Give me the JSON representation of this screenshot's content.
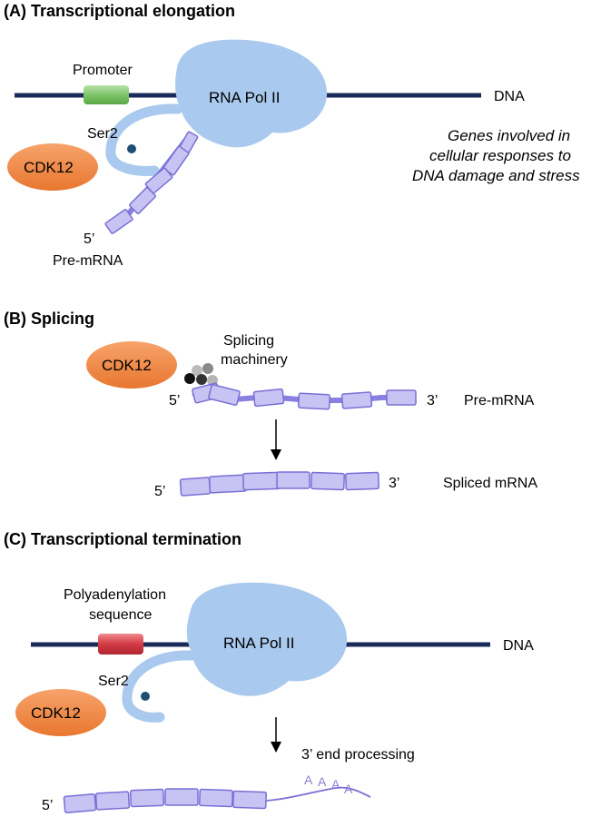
{
  "colors": {
    "dna": "#1a2a5a",
    "pol": "#a9c9ee",
    "cdk12": "#f08a4b",
    "promoter": "#7fc46a",
    "polya": "#d23a44",
    "exon": "#c7c3f3",
    "exon_border": "#7a6fd6",
    "ser2": "#1e4f73"
  },
  "panel_a": {
    "title": "(A) Transcriptional elongation",
    "promoter": "Promoter",
    "pol": "RNA Pol II",
    "dna": "DNA",
    "ser2": "Ser2",
    "cdk12": "CDK12",
    "five_prime": "5’",
    "pre_mrna": "Pre-mRNA",
    "note_line1": "Genes involved in",
    "note_line2": "cellular responses to",
    "note_line3": "DNA damage and stress"
  },
  "panel_b": {
    "title": "(B) Splicing",
    "cdk12": "CDK12",
    "machinery_line1": "Splicing",
    "machinery_line2": "machinery",
    "five_prime": "5’",
    "three_prime": "3’",
    "pre_mrna": "Pre-mRNA",
    "five_prime_spliced": "5’",
    "three_prime_spliced": "3’",
    "spliced": "Spliced mRNA"
  },
  "panel_c": {
    "title": "(C) Transcriptional termination",
    "polya_line1": "Polyadenylation",
    "polya_line2": "sequence",
    "pol": "RNA Pol II",
    "dna": "DNA",
    "ser2": "Ser2",
    "cdk12": "CDK12",
    "processing": "3’ end processing",
    "five_prime": "5’",
    "tail": [
      "A",
      "A",
      "A",
      "A"
    ]
  }
}
